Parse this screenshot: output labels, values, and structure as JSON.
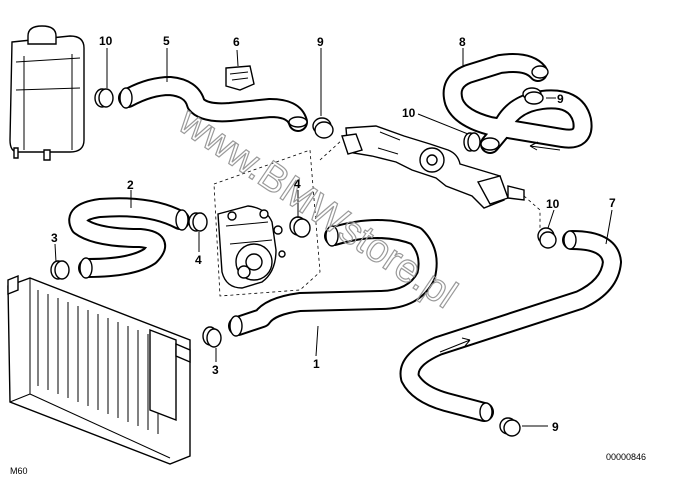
{
  "diagram": {
    "corner_label": "M60",
    "diagram_number": "00000846",
    "watermark": "www.BMWstore.pl",
    "callouts": {
      "c10_tl": "10",
      "c5": "5",
      "c6": "6",
      "c9_top": "9",
      "c8": "8",
      "c9_right": "9",
      "c10_mid": "10",
      "c2": "2",
      "c3_left": "3",
      "c4_left": "4",
      "c4_mid": "4",
      "c10_right": "10",
      "c7": "7",
      "c3_bottom": "3",
      "c1": "1",
      "c9_bottom": "9"
    }
  }
}
